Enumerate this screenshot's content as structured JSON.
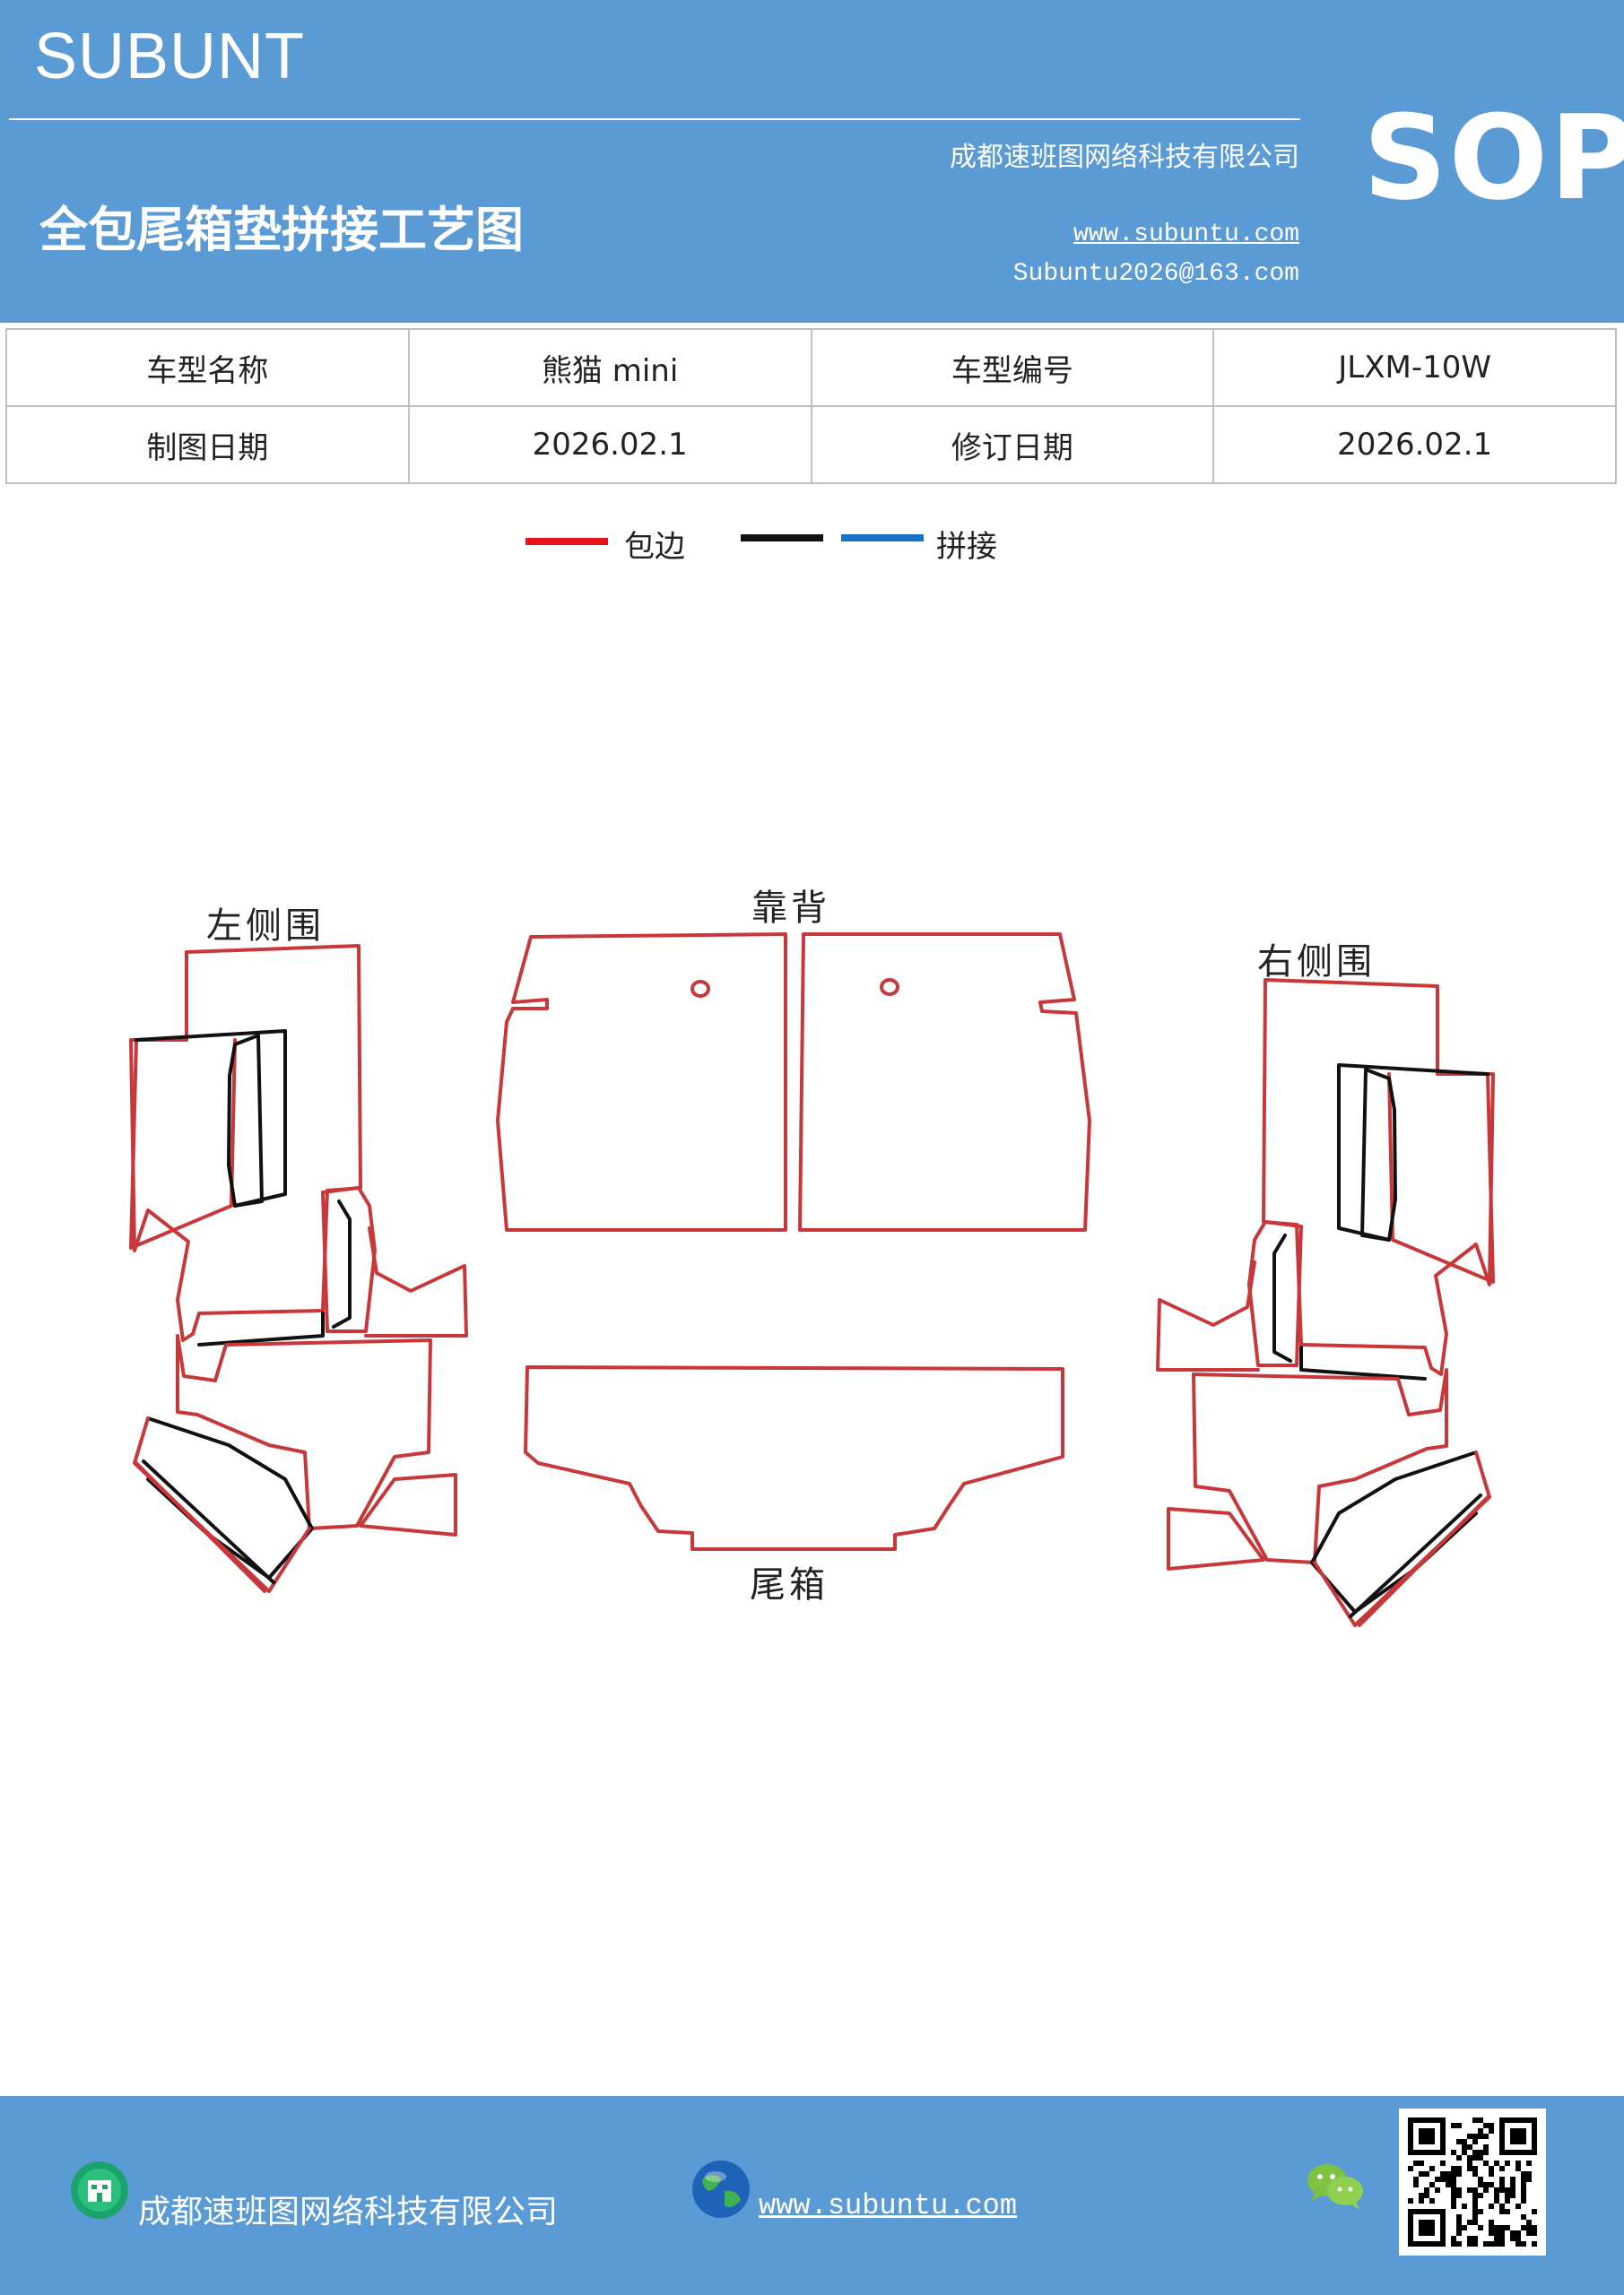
{
  "header": {
    "brand": "SUBUNT",
    "company": "成都速班图网络科技有限公司",
    "title": "全包尾箱垫拼接工艺图",
    "website": "www.subuntu.com",
    "email": "Subuntu2026@163.com",
    "sop": "SOP"
  },
  "info_table": {
    "model_name_label": "车型名称",
    "model_name_value": "熊猫 mini",
    "model_code_label": "车型编号",
    "model_code_value": "JLXM-10W",
    "drawing_date_label": "制图日期",
    "drawing_date_value": "2026.02.1",
    "revision_date_label": "修订日期",
    "revision_date_value": "2026.02.1"
  },
  "legend": {
    "edging_label": "包边",
    "splice_label": "拼接",
    "colors": {
      "edging": "#e8141b",
      "black": "#111111",
      "splice": "#1872c4"
    }
  },
  "pieces": {
    "left_side": "左侧围",
    "backrest": "靠背",
    "right_side": "右侧围",
    "trunk": "尾箱"
  },
  "footer": {
    "company": "成都速班图网络科技有限公司",
    "website": "www.subuntu.com",
    "icons": [
      "building-icon",
      "globe-icon",
      "wechat-icon",
      "qr-code"
    ]
  }
}
